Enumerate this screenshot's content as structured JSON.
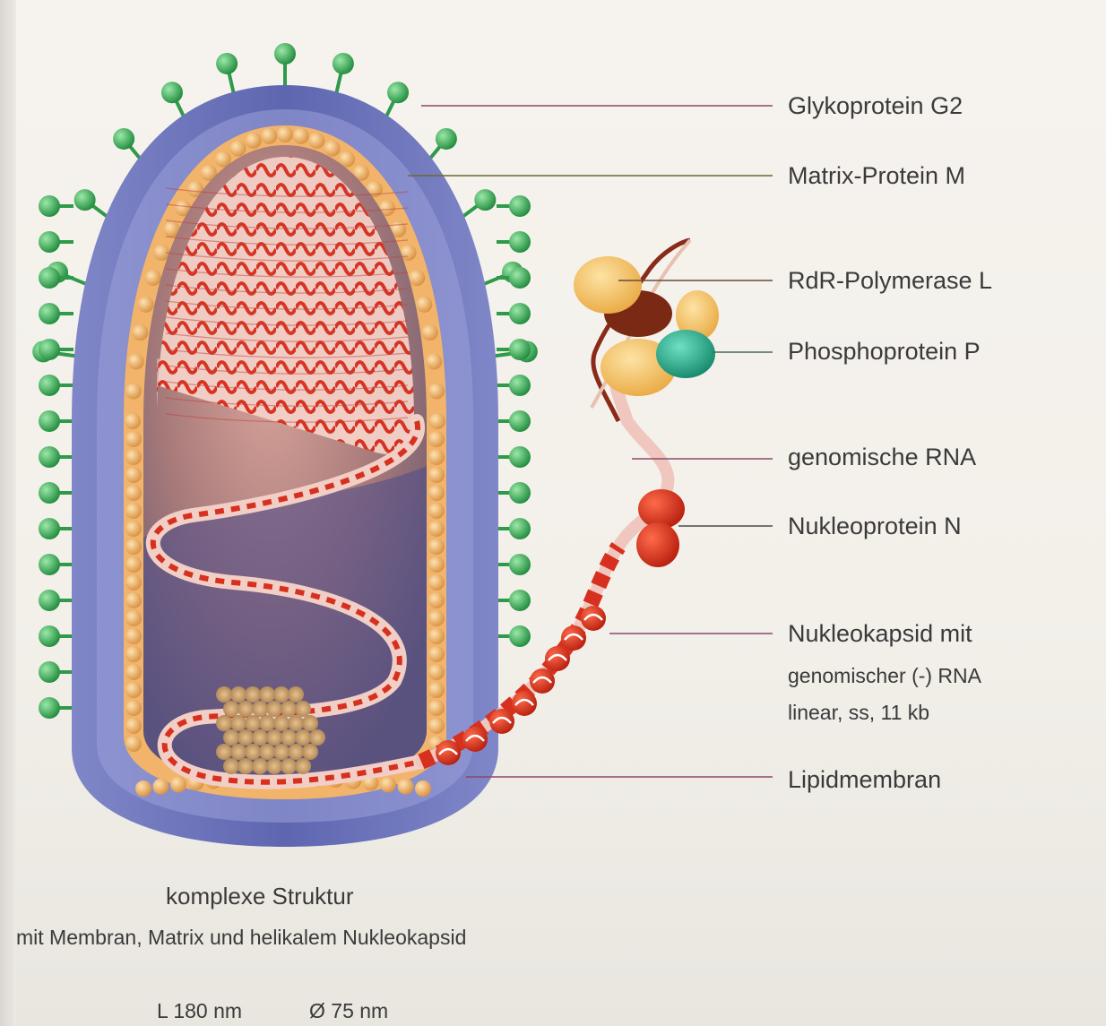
{
  "labels": {
    "glycoprotein": "Glykoprotein G2",
    "matrix": "Matrix-Protein M",
    "polymerase": "RdR-Polymerase L",
    "phosphoprotein": "Phosphoprotein P",
    "rna": "genomische RNA",
    "nucleoprotein": "Nukleoprotein N",
    "nucleocapsid": "Nukleokapsid mit",
    "nucleocapsid_line2": "genomischer (-) RNA",
    "nucleocapsid_line3": "linear, ss, 11 kb",
    "membrane": "Lipidmembran"
  },
  "caption": {
    "title": "komplexe Struktur",
    "subtitle": "mit Membran, Matrix und helikalem Nukleokapsid",
    "length": "L 180 nm",
    "diameter": "Ø 75 nm"
  },
  "colors": {
    "membrane": "#6c74b8",
    "glycoprotein": "#3fae5a",
    "matrix": "#f0b870",
    "nucleoprotein": "#d8301f",
    "polymerase": "#f3c46a",
    "phosphoprotein": "#2aa38a",
    "leader_line": "#8a4a6a"
  }
}
